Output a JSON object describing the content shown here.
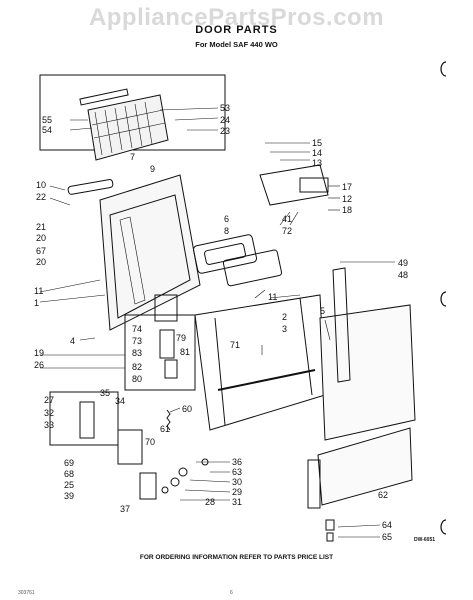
{
  "watermark": "AppliancePartsPros.com",
  "title": "DOOR PARTS",
  "subtitle": "For Model SAF 440 WO",
  "footer": "FOR ORDERING INFORMATION REFER TO PARTS PRICE LIST",
  "drawing_code": "DW-6051",
  "catalog_code": "303761",
  "page_number": "6",
  "callouts": [
    "55",
    "54",
    "53",
    "24",
    "23",
    "7",
    "9",
    "15",
    "14",
    "13",
    "10",
    "22",
    "17",
    "12",
    "18",
    "41",
    "72",
    "21",
    "20",
    "67",
    "20",
    "6",
    "8",
    "49",
    "48",
    "11",
    "11",
    "2",
    "3",
    "5",
    "1",
    "74",
    "73",
    "79",
    "83",
    "4",
    "81",
    "19",
    "26",
    "82",
    "80",
    "71",
    "27",
    "35",
    "34",
    "32",
    "33",
    "60",
    "61",
    "70",
    "36",
    "63",
    "69",
    "68",
    "25",
    "39",
    "30",
    "29",
    "31",
    "28",
    "37",
    "62",
    "64",
    "65"
  ]
}
